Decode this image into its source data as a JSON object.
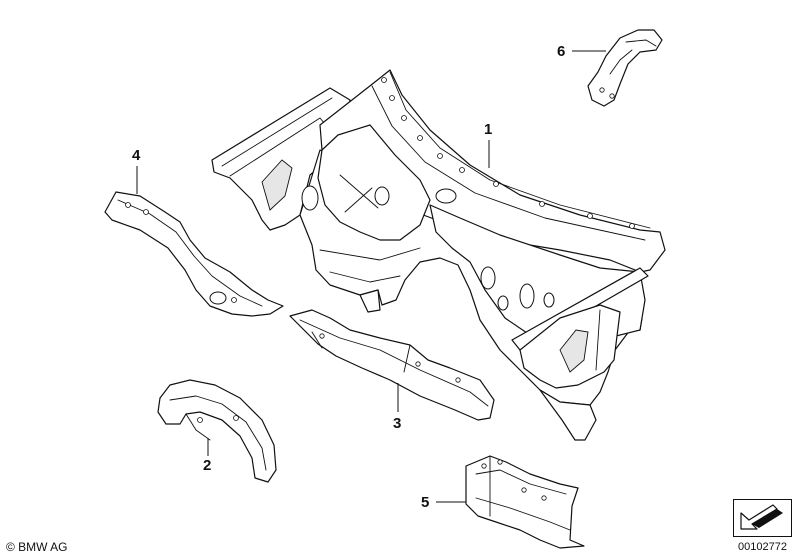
{
  "callouts": [
    {
      "id": "1",
      "label": "1"
    },
    {
      "id": "2",
      "label": "2"
    },
    {
      "id": "3",
      "label": "3"
    },
    {
      "id": "4",
      "label": "4"
    },
    {
      "id": "5",
      "label": "5"
    },
    {
      "id": "6",
      "label": "6"
    }
  ],
  "footer": {
    "copyright": "© BMW AG",
    "diagram_id": "00102772"
  },
  "icons": {
    "nav_arrow": "arrow-down-left-icon"
  },
  "colors": {
    "line": "#111111",
    "background": "#ffffff"
  }
}
